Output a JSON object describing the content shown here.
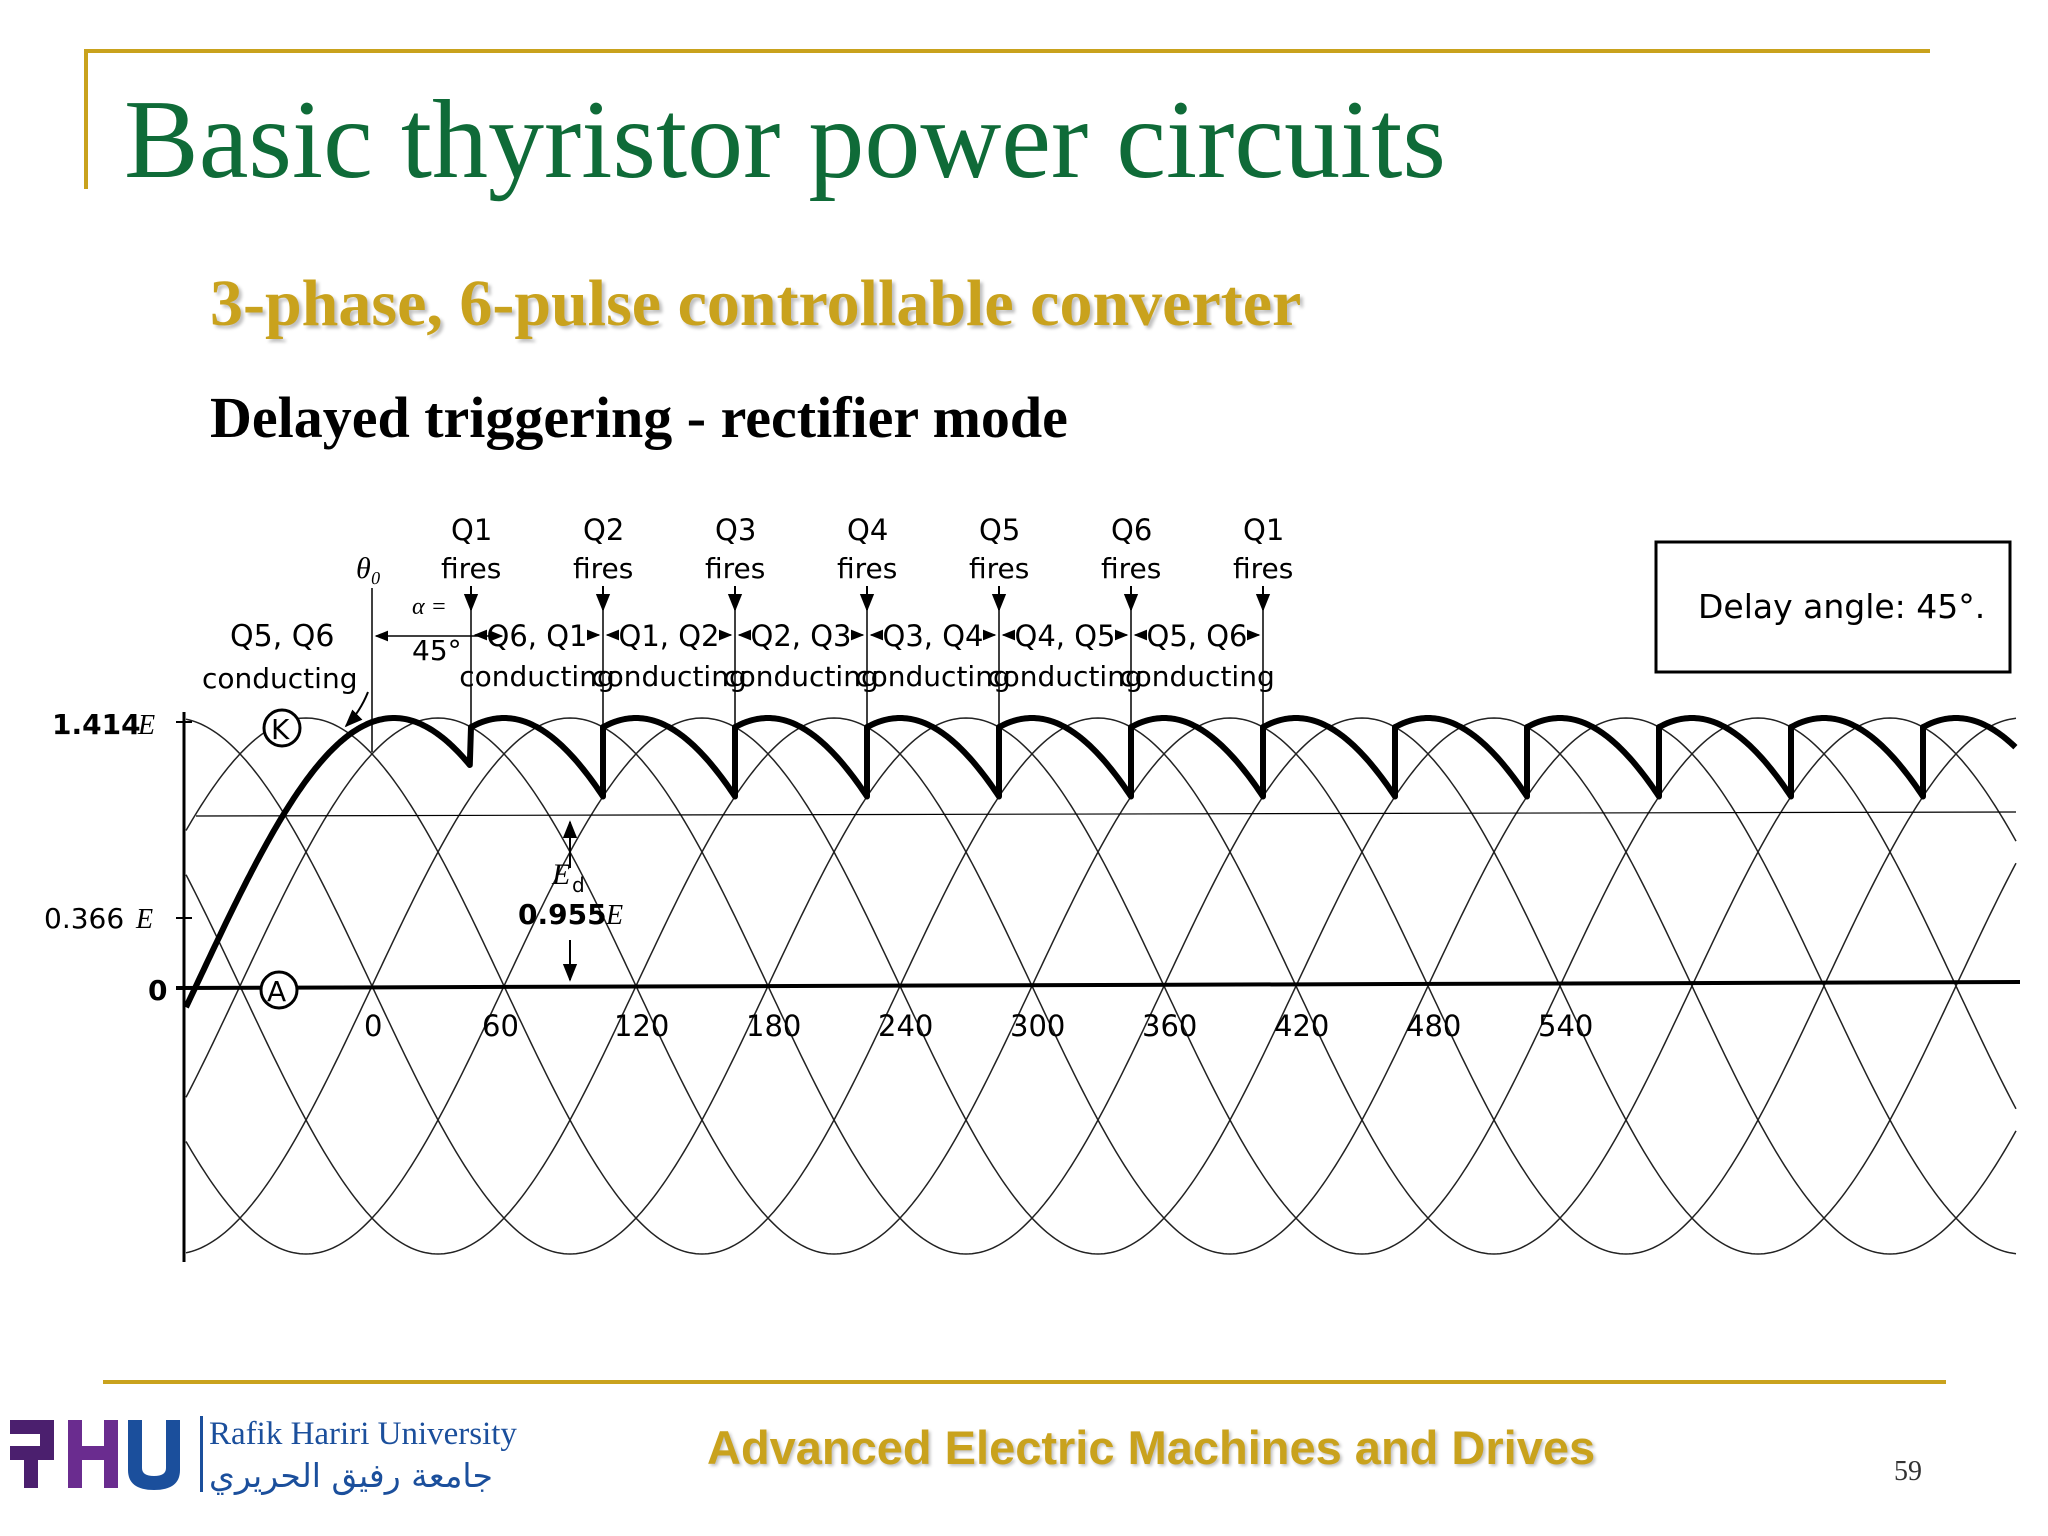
{
  "slide": {
    "title": "Basic thyristor power circuits",
    "subtitle": "3-phase, 6-pulse controllable converter",
    "heading": "Delayed triggering - rectifier mode",
    "footer": "Advanced Electric Machines and Drives",
    "page_number": "59",
    "university_en": "Rafik Hariri University",
    "university_ar": "جامعة رفيق الحريري",
    "logo_text": "RHU",
    "colors": {
      "title": "#0f6b38",
      "accent": "#c9a21d",
      "logo_blue": "#1b4f9c",
      "logo_purple": "#4b1f6e"
    }
  },
  "diagram": {
    "delay_box": "Delay angle: 45°.",
    "theta": "θ₀",
    "alpha_line1": "α =",
    "alpha_line2": "45°",
    "initial_conducting": {
      "pair": "Q5, Q6",
      "word": "conducting"
    },
    "fires": [
      {
        "thyristor": "Q1",
        "word": "fires"
      },
      {
        "thyristor": "Q2",
        "word": "fires"
      },
      {
        "thyristor": "Q3",
        "word": "fires"
      },
      {
        "thyristor": "Q4",
        "word": "fires"
      },
      {
        "thyristor": "Q5",
        "word": "fires"
      },
      {
        "thyristor": "Q6",
        "word": "fires"
      },
      {
        "thyristor": "Q1",
        "word": "fires"
      }
    ],
    "conducting": [
      {
        "pair": "Q6, Q1",
        "word": "conducting"
      },
      {
        "pair": "Q1, Q2",
        "word": "conducting"
      },
      {
        "pair": "Q2, Q3",
        "word": "conducting"
      },
      {
        "pair": "Q3, Q4",
        "word": "conducting"
      },
      {
        "pair": "Q4, Q5",
        "word": "conducting"
      },
      {
        "pair": "Q5, Q6",
        "word": "conducting"
      }
    ],
    "y_labels": [
      {
        "value": "1.414",
        "unit": "E"
      },
      {
        "value": "0.366",
        "unit": "E"
      },
      {
        "value": "0",
        "unit": ""
      }
    ],
    "x_labels": [
      "0",
      "60",
      "120",
      "180",
      "240",
      "300",
      "360",
      "420",
      "480",
      "540"
    ],
    "node_K": "K",
    "node_A": "A",
    "ed_label": "E",
    "ed_subscript": "d",
    "ed_value": "0.955",
    "ed_unit": "E"
  }
}
